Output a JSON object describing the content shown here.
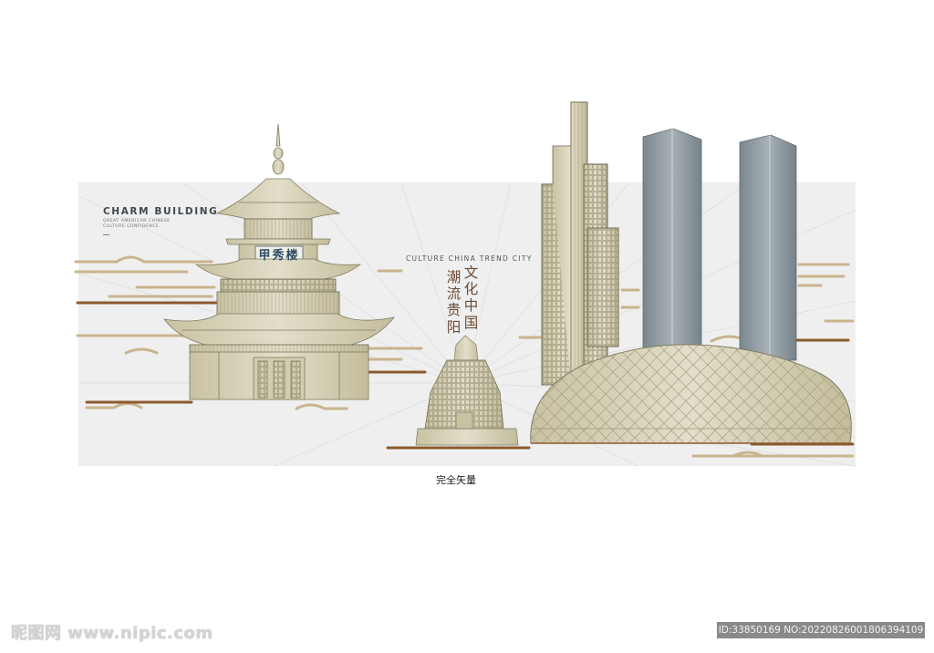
{
  "poster": {
    "title": "CHARM BUILDING",
    "subtitle_line1": "GREAT AMERICAN CHINESE",
    "subtitle_line2": "CULTURE CONFIDENCE",
    "tagline_en": "CULTURE CHINA TREND CITY",
    "tagline_cn_col1": "文化中国",
    "tagline_cn_col2": "潮流贵阳",
    "plaque_text": "甲秀楼"
  },
  "caption": "完全矢量",
  "watermark": {
    "left": "昵图网 www.nipic.com",
    "right": "ID:33850169 NO:20220826001806394109"
  },
  "colors": {
    "panel": "#efefef",
    "brown_line": "#8c5a2e",
    "tan_line": "#c9b48d",
    "building_fill": "#d8d3b8",
    "tower_gray": "#8e9aa1",
    "text_brown": "#6a4a33"
  }
}
